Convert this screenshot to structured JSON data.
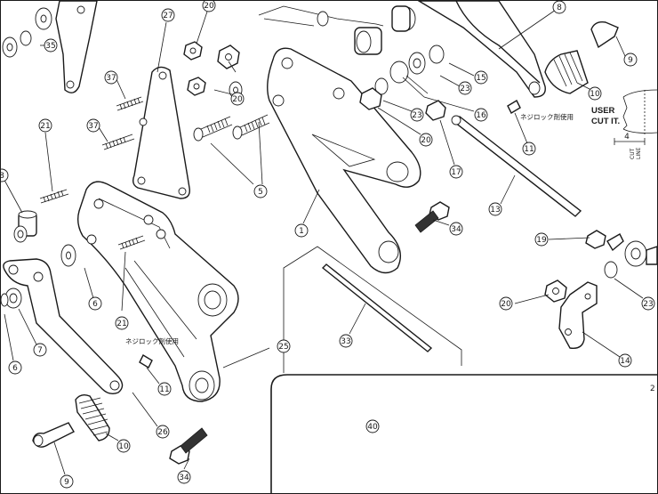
{
  "callouts": [
    {
      "id": "c35",
      "text": "35"
    },
    {
      "id": "c27",
      "text": "27"
    },
    {
      "id": "c20a",
      "text": "20"
    },
    {
      "id": "c37a",
      "text": "37"
    },
    {
      "id": "c20b",
      "text": "20"
    },
    {
      "id": "c37b",
      "text": "37"
    },
    {
      "id": "c21a",
      "text": "21"
    },
    {
      "id": "c5",
      "text": "5"
    },
    {
      "id": "c8a",
      "text": "8"
    },
    {
      "id": "c6a",
      "text": "6"
    },
    {
      "id": "c21b",
      "text": "21"
    },
    {
      "id": "c7",
      "text": "7"
    },
    {
      "id": "c6b",
      "text": "6"
    },
    {
      "id": "c1",
      "text": "1"
    },
    {
      "id": "c34a",
      "text": "34"
    },
    {
      "id": "c33",
      "text": "33"
    },
    {
      "id": "c25",
      "text": "25"
    },
    {
      "id": "c11a",
      "text": "11"
    },
    {
      "id": "c26",
      "text": "26"
    },
    {
      "id": "c10a",
      "text": "10"
    },
    {
      "id": "c9a",
      "text": "9"
    },
    {
      "id": "c34b",
      "text": "34"
    },
    {
      "id": "c40",
      "text": "40"
    },
    {
      "id": "c8b",
      "text": "8"
    },
    {
      "id": "c9b",
      "text": "9"
    },
    {
      "id": "c10b",
      "text": "10"
    },
    {
      "id": "c23a",
      "text": "23"
    },
    {
      "id": "c15",
      "text": "15"
    },
    {
      "id": "c16",
      "text": "16"
    },
    {
      "id": "c23b",
      "text": "23"
    },
    {
      "id": "c20c",
      "text": "20"
    },
    {
      "id": "c17",
      "text": "17"
    },
    {
      "id": "c11b",
      "text": "11"
    },
    {
      "id": "c13",
      "text": "13"
    },
    {
      "id": "c19",
      "text": "19"
    },
    {
      "id": "c20d",
      "text": "20"
    },
    {
      "id": "c23c",
      "text": "23"
    },
    {
      "id": "c14",
      "text": "14"
    },
    {
      "id": "c2",
      "text": "2"
    }
  ],
  "notes": {
    "threadlock_right": "ネジロック剤使用",
    "threadlock_left": "ネジロック剤使用",
    "user_line1": "USER",
    "user_line2": "CUT IT.",
    "dim_value": "4",
    "cut_label": "CUT",
    "line_label": "LINE"
  },
  "colors": {
    "ink": "#1a1a1a",
    "paper": "#ffffff"
  }
}
